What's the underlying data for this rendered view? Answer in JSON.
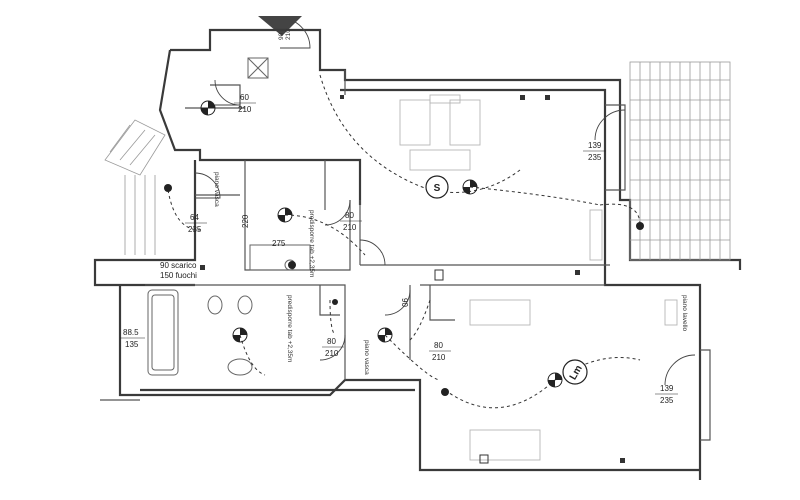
{
  "plan": {
    "doors": [
      {
        "w": "90",
        "h": "210"
      },
      {
        "w": "60",
        "h": "210"
      },
      {
        "w": "64",
        "h": "235"
      },
      {
        "w": "80",
        "h": "210"
      },
      {
        "w": "139",
        "h": "235"
      },
      {
        "w": "80",
        "h": "210"
      },
      {
        "w": "80",
        "h": "210"
      },
      {
        "w": "88.5",
        "h": "135"
      },
      {
        "w": "139",
        "h": "235"
      }
    ],
    "dim_220": "220",
    "dim_275": "275",
    "dim_90": "90",
    "scarico": "90 scarico",
    "fuochi": "150 fuochi",
    "room_s": "S",
    "room_lm": "Lm",
    "wall_note_1": "predisporre tab +2,35m",
    "wall_note_2": "predisporre tab +2,35m",
    "wall_note_3": "piano vasca",
    "wall_note_4": "piano lavello",
    "wall_note_5": "piano vasca"
  }
}
